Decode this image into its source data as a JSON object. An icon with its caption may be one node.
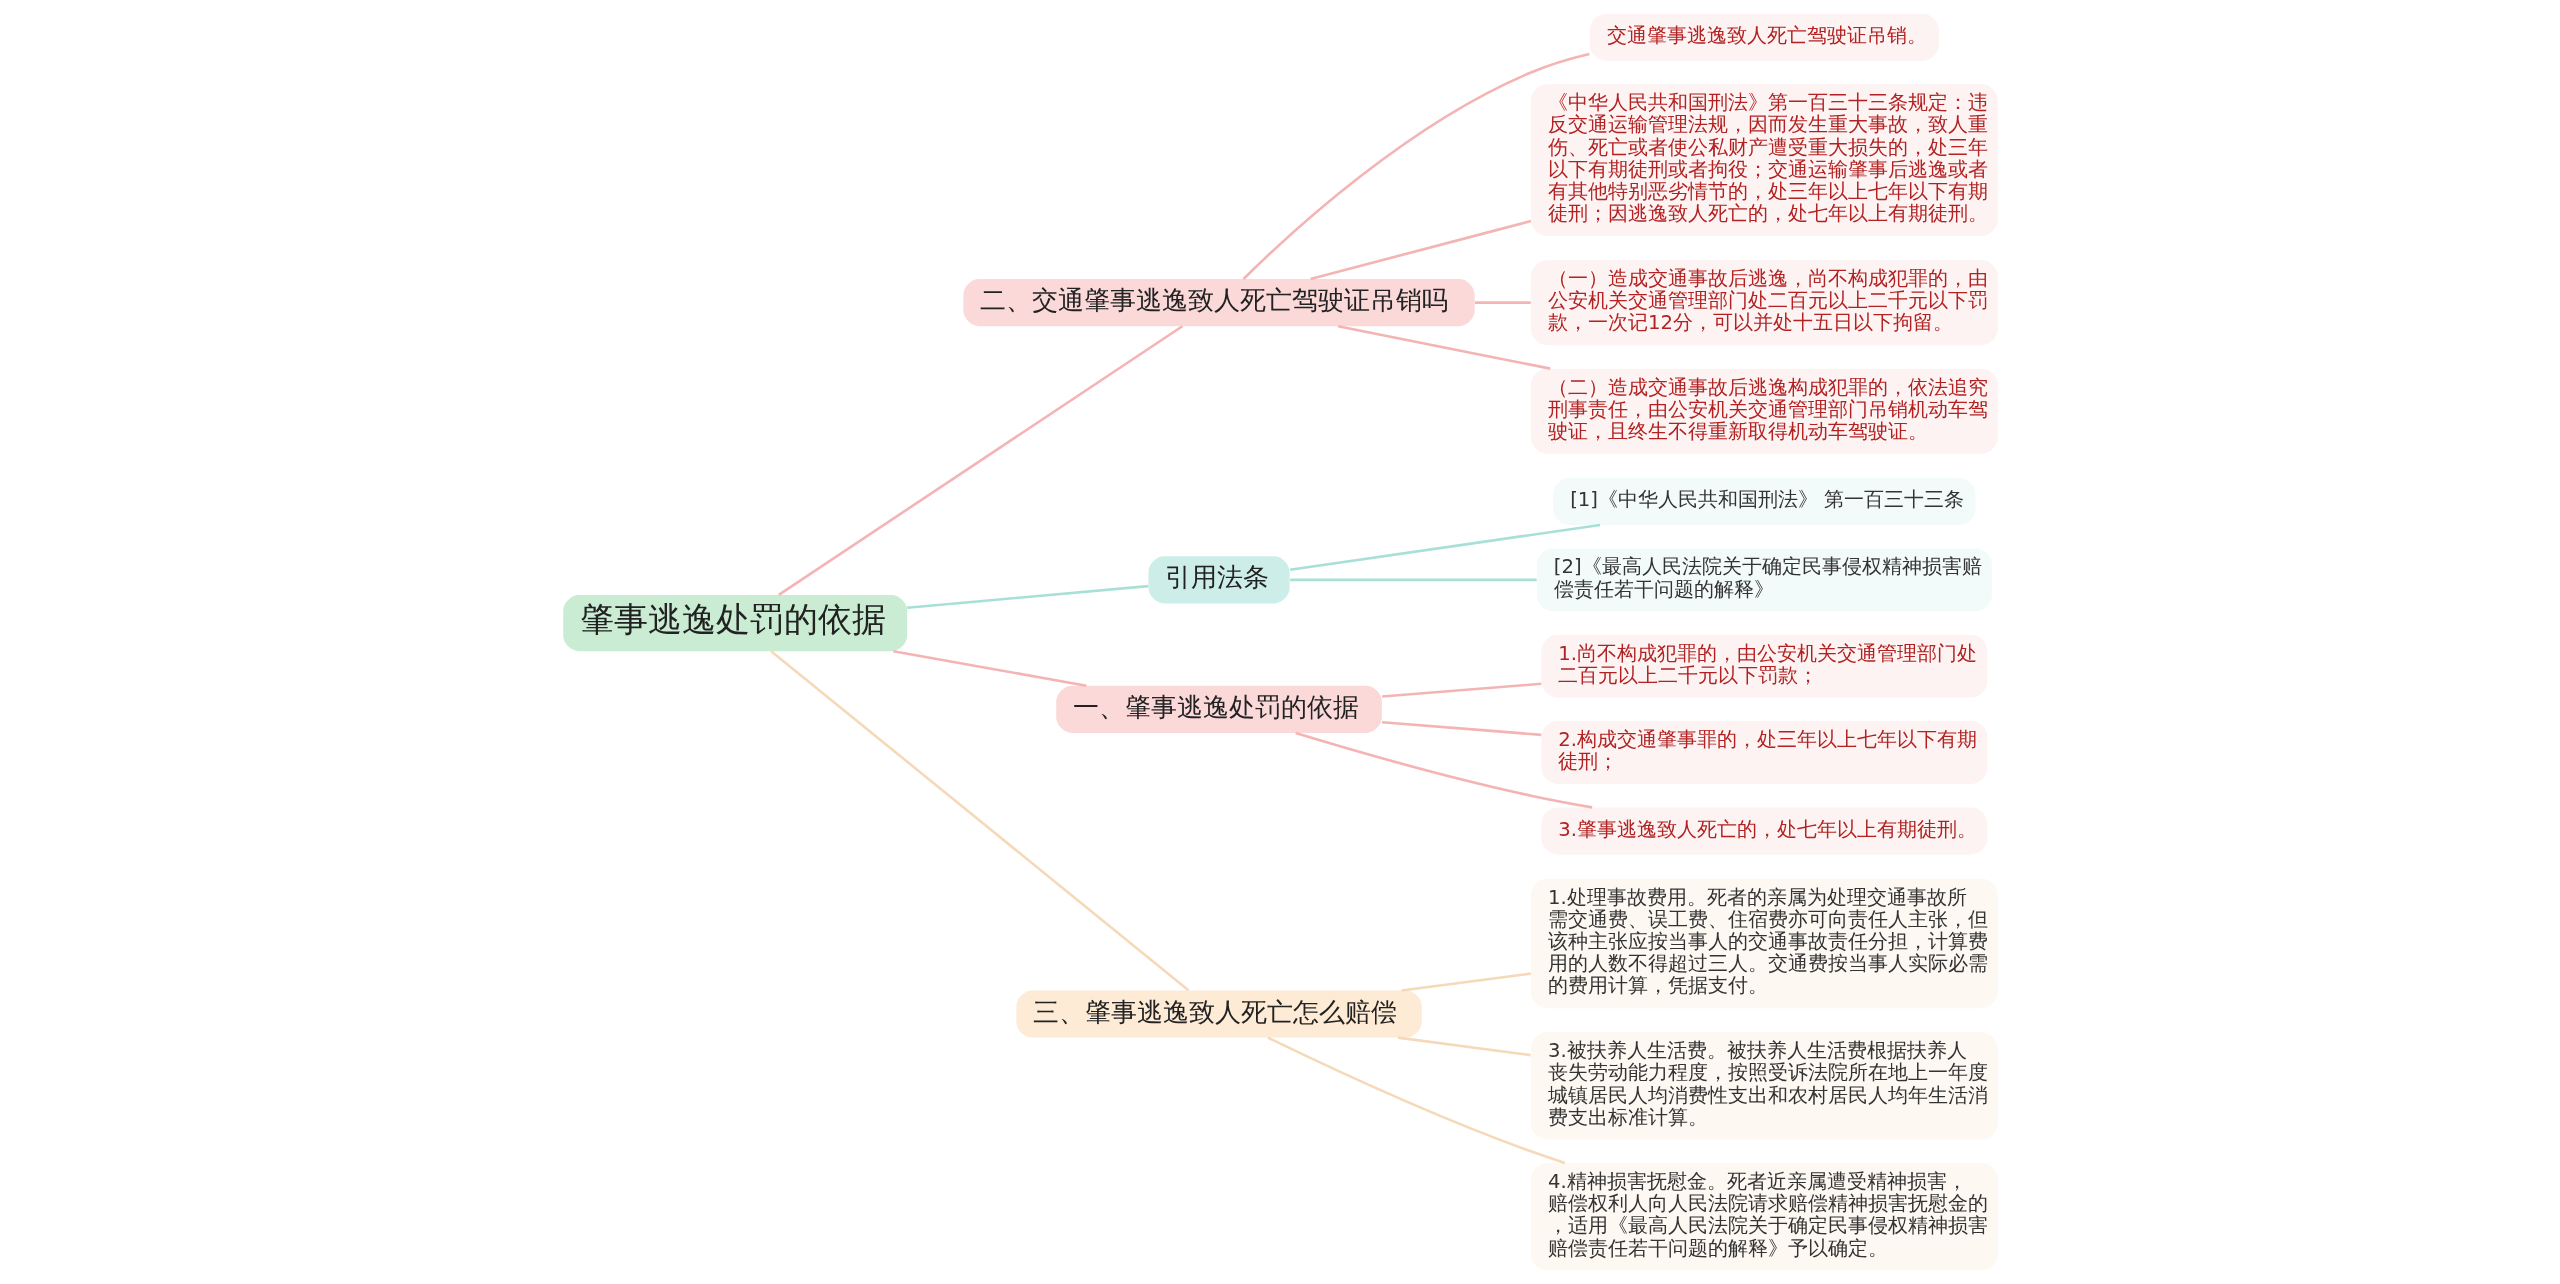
{
  "diagram": {
    "nodes": [
      {
        "text": [
          "肇事逃逸处罚的依据"
        ]
      },
      {
        "text": [
          "二、交通肇事逃逸致人死亡驾驶证吊销吗"
        ]
      },
      {
        "text": [
          "交通肇事逃逸致人死亡驾驶证吊销。"
        ]
      },
      {
        "text": [
          "《中华人民共和国刑法》第一百三十三条规定：违反交通运输管理法规，因而发生重大事故，致人重伤、死亡或者使公私财产遭受重大损失的，处三年以下有期徒刑或者拘役；交通运输肇事后逃逸或者有其他特别恶劣情节的，处三年以上七年以下有期徒刑；因逃逸致人死亡的，处七年以上有期徒刑。"
        ]
      },
      {
        "text": [
          "（一）造成交通事故后逃逸，尚不构成犯罪的，由公安机关交通管理部门处二百元以上二千元以下罚款，一次记12分，可以并处十五日以下拘留。"
        ]
      },
      {
        "text": [
          "（二）造成交通事故后逃逸构成犯罪的，依法追究刑事责任，由公安机关交通管理部门吊销机动车驾驶证，且终生不得重新取得机动车驾驶证。"
        ]
      },
      {
        "text": [
          "引用法条"
        ]
      },
      {
        "text": [
          "[1]《中华人民共和国刑法》 第一百三十三条"
        ]
      },
      {
        "text": [
          "[2]《最高人民法院关于确定民事侵权精神损害赔偿责任若干问题的解释》"
        ]
      },
      {
        "text": [
          "一、肇事逃逸处罚的依据"
        ]
      },
      {
        "text": [
          "1.尚不构成犯罪的，由公安机关交通管理部门处二百元以上二千元以下罚款；"
        ]
      },
      {
        "text": [
          "2.构成交通肇事罪的，处三年以上七年以下有期徒刑；"
        ]
      },
      {
        "text": [
          "3.肇事逃逸致人死亡的，处七年以上有期徒刑。"
        ]
      },
      {
        "text": [
          "三、肇事逃逸致人死亡怎么赔偿"
        ]
      },
      {
        "text": [
          "1.处理事故费用。死者的亲属为处理交通事故所需交通费、误工费、住宿费亦可向责任人主张，但该种主张应按当事人的交通事故责任分担，计算费用的人数不得超过三人。交通费按当事人实际必需的费用计算，凭据支付。"
        ]
      },
      {
        "text": [
          "3.被扶养人生活费。被扶养人生活费根据扶养人丧失劳动能力程度，按照受诉法院所在地上一年度城镇居民人均消费性支出和农村居民人均年生活消费支出标准计算。"
        ]
      },
      {
        "text": [
          "4.精神损害抚慰金。死者近亲属遭受精神损害，赔偿权利人向人民法院请求赔偿精神损害抚慰金的，适用《最高人民法院关于确定民事侵权精神损害赔偿责任若干问题的解释》予以确定。"
        ]
      }
    ],
    "edges": [
      {
        "from": 0,
        "to": 1,
        "arrow": "none"
      },
      {
        "from": 1,
        "to": 2,
        "arrow": "none"
      },
      {
        "from": 1,
        "to": 3,
        "arrow": "none"
      },
      {
        "from": 1,
        "to": 4,
        "arrow": "none"
      },
      {
        "from": 1,
        "to": 5,
        "arrow": "none"
      },
      {
        "from": 0,
        "to": 6,
        "arrow": "none",
        "color": "#a8e0d6"
      },
      {
        "from": 6,
        "to": 7,
        "arrow": "none",
        "color": "#a8e0d6"
      },
      {
        "from": 6,
        "to": 8,
        "arrow": "none",
        "color": "#a8e0d6"
      },
      {
        "from": 0,
        "to": 9,
        "arrow": "none"
      },
      {
        "from": 9,
        "to": 10,
        "arrow": "none"
      },
      {
        "from": 9,
        "to": 11,
        "arrow": "none"
      },
      {
        "from": 9,
        "to": 12,
        "arrow": "none"
      },
      {
        "from": 0,
        "to": 13,
        "arrow": "none",
        "color": "#f5d9b8"
      },
      {
        "from": 13,
        "to": 14,
        "arrow": "none",
        "color": "#f5d9b8"
      },
      {
        "from": 13,
        "to": 15,
        "arrow": "none",
        "color": "#f5d9b8"
      },
      {
        "from": 13,
        "to": 16,
        "arrow": "none",
        "color": "#f5d9b8"
      }
    ]
  }
}
